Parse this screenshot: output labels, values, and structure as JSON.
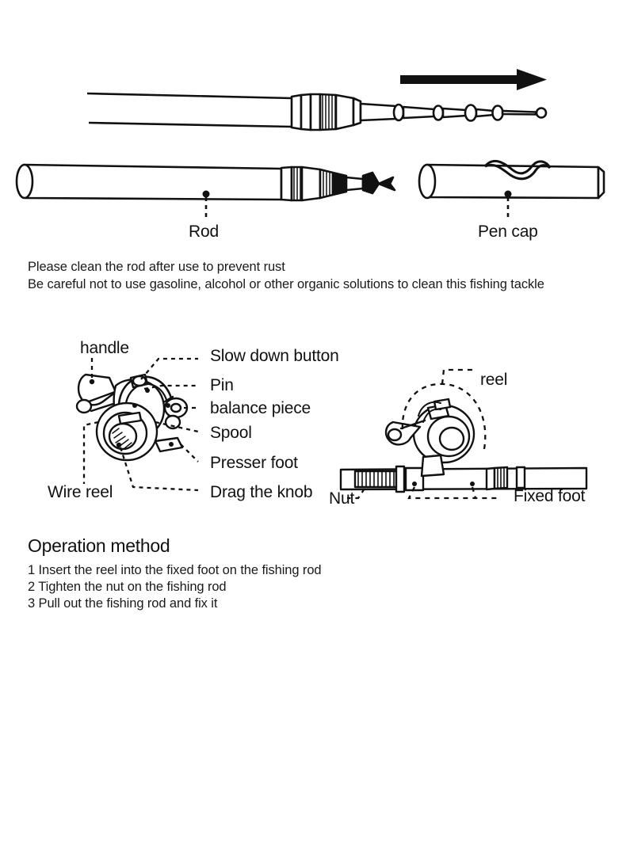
{
  "document": {
    "type": "fishing-rod-instruction-sheet",
    "background_color": "#ffffff",
    "ink_color": "#111111"
  },
  "figure_top": {
    "caption_rod": "Rod",
    "caption_pen_cap": "Pen cap",
    "arrow": {
      "direction": "right",
      "meaning": "pull-out-extend",
      "color": "#000000"
    },
    "items": [
      {
        "name": "extended-telescopic-rod"
      },
      {
        "name": "collapsed-rod"
      },
      {
        "name": "pen-cap"
      }
    ]
  },
  "care_notes": {
    "line1": "Please clean the rod after use to prevent rust",
    "line2": "Be careful not to use gasoline, alcohol or other organic solutions to clean this fishing tackle"
  },
  "reel_diagram": {
    "labels": {
      "handle": "handle",
      "slow_down_button": "Slow down button",
      "pin": "Pin",
      "balance_piece": "balance piece",
      "spool": "Spool",
      "presser_foot": "Presser foot",
      "wire_reel": "Wire reel",
      "drag_the_knob": "Drag the knob"
    }
  },
  "mounted_diagram": {
    "labels": {
      "reel": "reel",
      "nut": "Nut",
      "fixed_foot": "Fixed foot"
    }
  },
  "operation": {
    "title": "Operation method",
    "steps": [
      "1 Insert the reel into the fixed foot on the fishing rod",
      "2 Tighten the nut on the fishing rod",
      "3 Pull out the fishing rod and fix it"
    ]
  }
}
